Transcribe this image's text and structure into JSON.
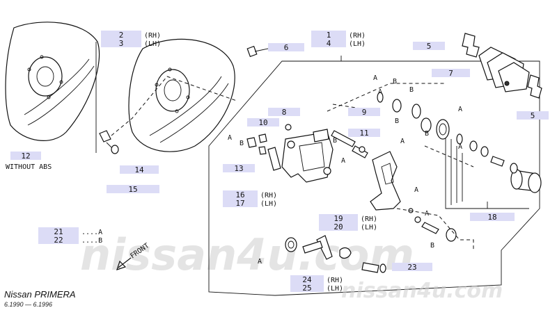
{
  "callouts": [
    {
      "id": "c2",
      "num": "2",
      "suffix": "(RH)"
    },
    {
      "id": "c3",
      "num": "3",
      "suffix": "(LH)"
    },
    {
      "id": "c1",
      "num": "1",
      "suffix": "(RH)"
    },
    {
      "id": "c4",
      "num": "4",
      "suffix": "(LH)"
    },
    {
      "id": "c6",
      "num": "6",
      "suffix": ""
    },
    {
      "id": "c5a",
      "num": "5",
      "suffix": ""
    },
    {
      "id": "c7",
      "num": "7",
      "suffix": ""
    },
    {
      "id": "c5b",
      "num": "5",
      "suffix": ""
    },
    {
      "id": "c8",
      "num": "8",
      "suffix": ""
    },
    {
      "id": "c9",
      "num": "9",
      "suffix": ""
    },
    {
      "id": "c10",
      "num": "10",
      "suffix": ""
    },
    {
      "id": "c11",
      "num": "11",
      "suffix": ""
    },
    {
      "id": "c12",
      "num": "12",
      "suffix": ""
    },
    {
      "id": "c13",
      "num": "13",
      "suffix": ""
    },
    {
      "id": "c14",
      "num": "14",
      "suffix": ""
    },
    {
      "id": "c15",
      "num": "15",
      "suffix": ""
    },
    {
      "id": "c16",
      "num": "16",
      "suffix": "(RH)"
    },
    {
      "id": "c17",
      "num": "17",
      "suffix": "(LH)"
    },
    {
      "id": "c18",
      "num": "18",
      "suffix": ""
    },
    {
      "id": "c19",
      "num": "19",
      "suffix": "(RH)"
    },
    {
      "id": "c20",
      "num": "20",
      "suffix": "(LH)"
    },
    {
      "id": "c21",
      "num": "21",
      "suffix": "....A"
    },
    {
      "id": "c22",
      "num": "22",
      "suffix": "....B"
    },
    {
      "id": "c23",
      "num": "23",
      "suffix": ""
    },
    {
      "id": "c24",
      "num": "24",
      "suffix": "(RH)"
    },
    {
      "id": "c25",
      "num": "25",
      "suffix": "(LH)"
    }
  ],
  "labels": {
    "without_abs": "WITHOUT ABS",
    "front": "FRONT",
    "letter_a": "A",
    "letter_b": "B"
  },
  "footer": {
    "brand": "Nissan PRIMERA",
    "dates": "6.1990 — 6.1996"
  },
  "watermark": {
    "center": "nissan4u.com",
    "corner": "nissan4u.com"
  },
  "colors": {
    "callout_fill": "#dcdcf6",
    "ink": "#111111",
    "watermark": "#cfcfcf"
  }
}
